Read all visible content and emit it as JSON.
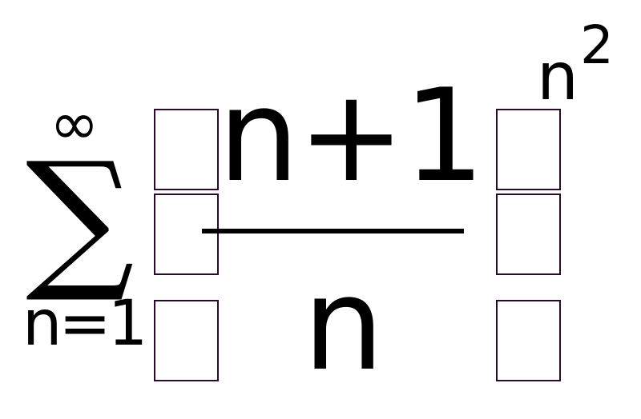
{
  "formula": {
    "operator": "∑",
    "upper_limit": "∞",
    "lower_limit": "n=1",
    "numerator": "n+1",
    "denominator": "n",
    "exponent_base": "n",
    "exponent_power": "2"
  },
  "colors": {
    "text": "#000000",
    "box_border": "#2a0a2a",
    "background": "#ffffff"
  }
}
